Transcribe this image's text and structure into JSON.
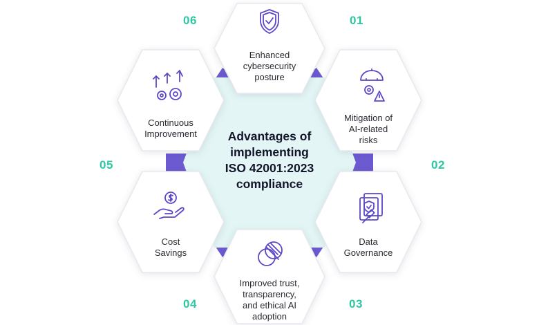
{
  "center": {
    "lines": [
      "Advantages of",
      "implementing",
      "ISO 42001:2023",
      "compliance"
    ]
  },
  "items": [
    {
      "number": "01",
      "lines": [
        "Mitigation of",
        "AI-related",
        "risks"
      ],
      "icon": "umbrella-gear-warning-icon"
    },
    {
      "number": "02",
      "lines": [
        "Data",
        "Governance"
      ],
      "icon": "shield-document-gavel-icon"
    },
    {
      "number": "03",
      "lines": [
        "Improved trust,",
        "transparency,",
        "and ethical AI",
        "adoption"
      ],
      "icon": "overlapping-circles-icon"
    },
    {
      "number": "04",
      "lines": [
        "Cost",
        "Savings"
      ],
      "icon": "hand-coin-icon"
    },
    {
      "number": "05",
      "lines": [
        "Continuous",
        "Improvement"
      ],
      "icon": "gears-arrows-up-icon"
    },
    {
      "number": "06",
      "lines": [
        "Enhanced",
        "cybersecurity",
        "posture"
      ],
      "icon": "shield-check-icon"
    }
  ],
  "colors": {
    "connector": "#6c5ad1",
    "number": "#2dc7a3",
    "center_fill": "#e3f6f5",
    "icon_stroke": "#5b48c8"
  }
}
